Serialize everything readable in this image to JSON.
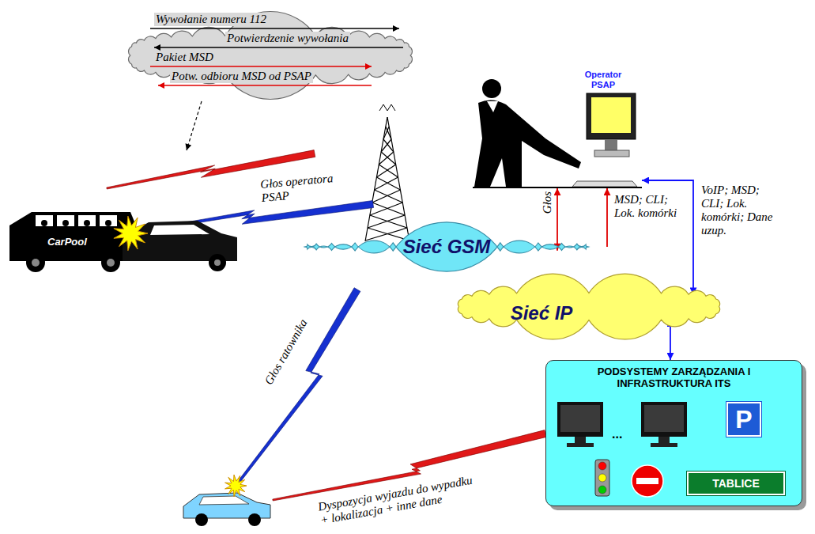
{
  "diagram": {
    "nodes": [
      {
        "text": [
          "Operator PSAP"
        ]
      },
      {
        "text": [
          "Sieć GSM"
        ]
      },
      {
        "text": [
          "Sieć IP"
        ]
      },
      {
        "text": [
          "PODSYSTEMY ZARZĄDZANIA I INFRASTRUKTURA ITS"
        ]
      },
      {
        "text": [
          "P"
        ],
        "in": 3
      },
      {
        "text": [
          "TABLICE"
        ],
        "in": 3
      }
    ],
    "edges": [
      {
        "from": 0,
        "to": 1,
        "arrow": "both",
        "label": "Głos"
      },
      {
        "from": 1,
        "to": 0,
        "arrow": "to",
        "label": "MSD; CLI; Lok. komórki"
      },
      {
        "from": 2,
        "to": 0,
        "arrow": "both",
        "label": "VoIP; MSD; CLI; Lok. komórki; Dane uzup."
      },
      {
        "from": 2,
        "to": 3,
        "arrow": "both"
      }
    ],
    "labels": [
      "Wywołanie numeru 112",
      "Potwierdzenie wywołania",
      "Pakiet MSD",
      "Potw. odbioru MSD od PSAP",
      "Głos operatora PSAP",
      "CarPool",
      "Głos ratownika",
      "Dyspozycja wyjazdu do wypadku + lokalizacja + inne dane",
      "..."
    ]
  }
}
